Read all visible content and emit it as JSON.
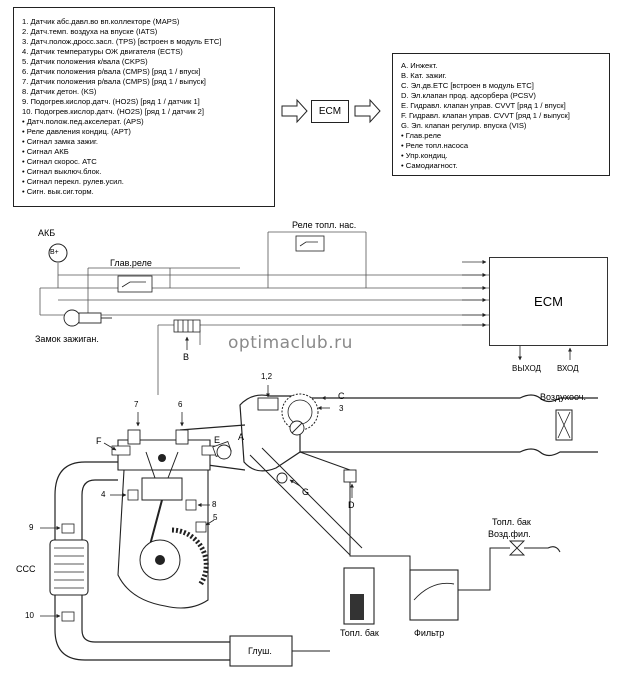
{
  "inputs": [
    "1. Датчик абс.давл.во вп.коллекторе (MAPS)",
    "2. Датч.темп. воздуха на впуске (IATS)",
    "3. Датч.полож.дросс.засл. (TPS) [встроен в модуль ETC]",
    "4. Датчик температуры ОЖ двигателя (ECTS)",
    "5. Датчик положения к/вала (CKPS)",
    "6. Датчик положения р/вала (CMPS) [ряд 1 / впуск]",
    "7. Датчик положения р/вала (CMPS) [ряд 1 / выпуск]",
    "8. Датчик детон. (KS)",
    "9. Подогрев.кислор.датч. (HO2S) [ряд 1 / датчик 1]",
    "10. Подогрев.кислор.датч. (HO2S) [ряд 1 / датчик 2]",
    "• Датч.полож.пед.акселерат. (APS)",
    "• Реле давления кондиц. (APT)",
    "• Сигнал замка зажиг.",
    "• Сигнал АКБ",
    "• Сигнал скорос. АТС",
    "• Сигнал выключ.блок.",
    "• Сигнал перекл. рулев.усил.",
    "• Сигн. вык.сиг.торм."
  ],
  "outputs": [
    "A. Инжект.",
    "B. Кат. зажиг.",
    "C. Эл.дв.ETC [встроен в модуль ETC]",
    "D. Эл.клапан прод. адсорбера (PCSV)",
    "E. Гидравл. клапан управ. CVVT [ряд 1 / впуск]",
    "F. Гидравл. клапан управ. CVVT [ряд 1 / выпуск]",
    "G. Эл. клапан регулир. впуска (VIS)",
    "• Глав.реле",
    "• Реле топл.насоса",
    "• Упр.кондиц.",
    "• Самодиагност."
  ],
  "ecm_small": "ECM",
  "ecm_big": "ECM",
  "labels": {
    "akb": "АКБ",
    "b_plus": "B+",
    "fuel_pump_relay": "Реле топл. нас.",
    "main_relay": "Глав.реле",
    "ignition_switch": "Замок зажиган.",
    "output": "ВЫХОД",
    "input": "ВХОД",
    "air_cleaner": "Воздухооч.",
    "fuel_tank_breather": "Топл. бак\nВозд.фил.",
    "fuel_tank_breather_1": "Топл. бак",
    "fuel_tank_breather_2": "Возд.фил.",
    "fuel_tank": "Топл. бак",
    "filter": "Фильтр",
    "muffler": "Глуш.",
    "ccc": "CCC",
    "n12": "1,2",
    "n3": "3",
    "n4": "4",
    "n5": "5",
    "n6": "6",
    "n7": "7",
    "n8": "8",
    "n9": "9",
    "n10": "10",
    "lA": "A",
    "lB": "B",
    "lC": "C",
    "lD": "D",
    "lE": "E",
    "lF": "F",
    "lG": "G"
  },
  "watermark": "optimaclub.ru"
}
